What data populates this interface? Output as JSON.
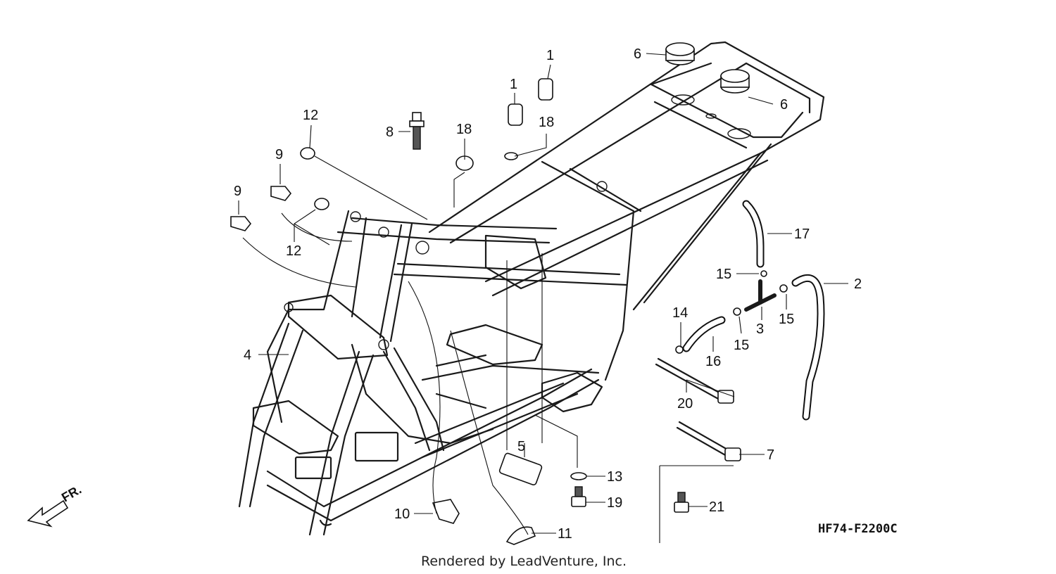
{
  "diagram": {
    "callouts": [
      "1",
      "1",
      "2",
      "3",
      "4",
      "5",
      "6",
      "6",
      "7",
      "8",
      "9",
      "9",
      "10",
      "11",
      "12",
      "12",
      "13",
      "14",
      "15",
      "15",
      "15",
      "16",
      "17",
      "18",
      "18",
      "19",
      "20",
      "21"
    ],
    "direction_label": "FR.",
    "diagram_code": "HF74-F2200C",
    "footer": "Rendered by LeadVenture, Inc."
  }
}
